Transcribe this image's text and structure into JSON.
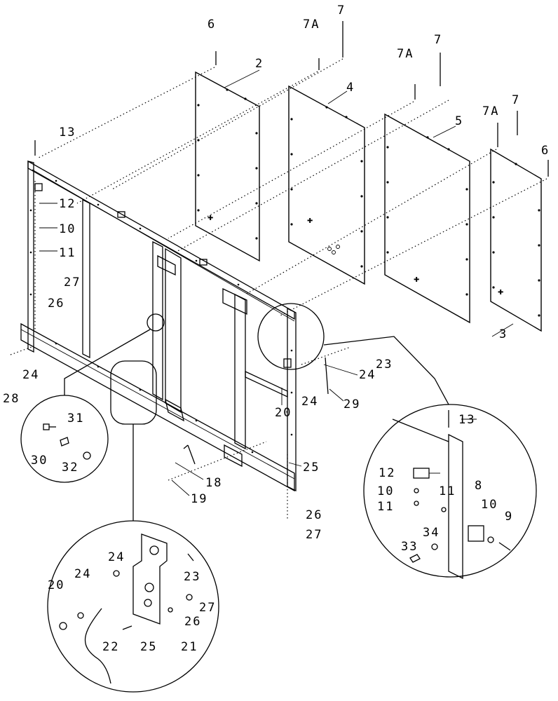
{
  "callouts": {
    "c6a": "6",
    "c7Aa": "7A",
    "c7a": "7",
    "c2": "2",
    "c7Ab": "7A",
    "c7b": "7",
    "c4": "4",
    "c5": "5",
    "c7Ac": "7A",
    "c7c": "7",
    "c6b": "6",
    "c13a": "13",
    "c3": "3",
    "c12a": "12",
    "c10a": "10",
    "c11a": "11",
    "c27a": "27",
    "c26a": "26",
    "c24a": "24",
    "c28": "28",
    "c23a": "23",
    "c24b": "24",
    "c24c": "24",
    "c29": "29",
    "c20a": "20",
    "c25a": "25",
    "c18": "18",
    "c19": "19",
    "c26b": "26",
    "c27b": "27",
    "c31": "31",
    "c30": "30",
    "c32": "32",
    "c13b": "13",
    "c12b": "12",
    "c10b": "10",
    "c11b": "11",
    "c11c": "11",
    "c8": "8",
    "c10c": "10",
    "c9": "9",
    "c34": "34",
    "c33": "33",
    "c24d": "24",
    "c23b": "23",
    "c20b": "20",
    "c24e": "24",
    "c27c": "27",
    "c26c": "26",
    "c22": "22",
    "c25b": "25",
    "c21": "21"
  }
}
